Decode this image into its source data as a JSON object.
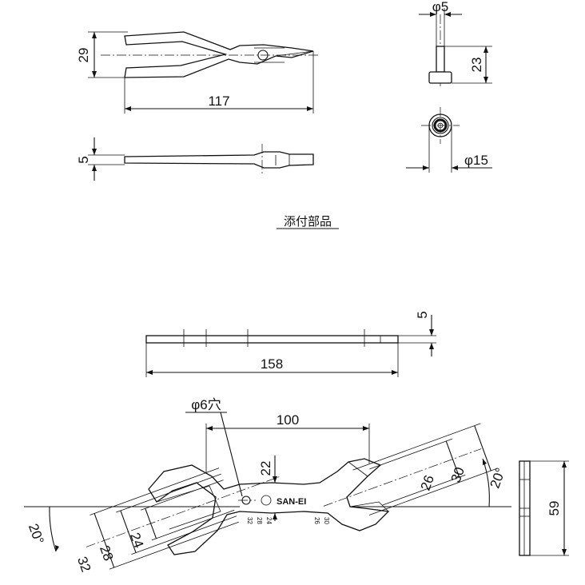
{
  "pliers": {
    "height_label": "29",
    "length_label": "117",
    "thickness_label": "5"
  },
  "bit": {
    "shaft_dia_label": "φ5",
    "height_label": "23",
    "head_dia_label": "φ15"
  },
  "accessory_caption": "添付部品",
  "wrench_side": {
    "thickness_label": "5",
    "length_label": "158"
  },
  "wrench": {
    "hole_label": "φ6穴",
    "hole_pitch_label": "100",
    "width_label": "22",
    "brand": "SAN-EI",
    "left_angle": "20°",
    "right_angle": "20°",
    "left_jaws": [
      "32",
      "28",
      "24"
    ],
    "right_jaws": [
      "26",
      "30"
    ],
    "stamped_left": [
      "32",
      "28",
      "24"
    ],
    "stamped_right": [
      "26",
      "30"
    ],
    "end_height_label": "59"
  }
}
